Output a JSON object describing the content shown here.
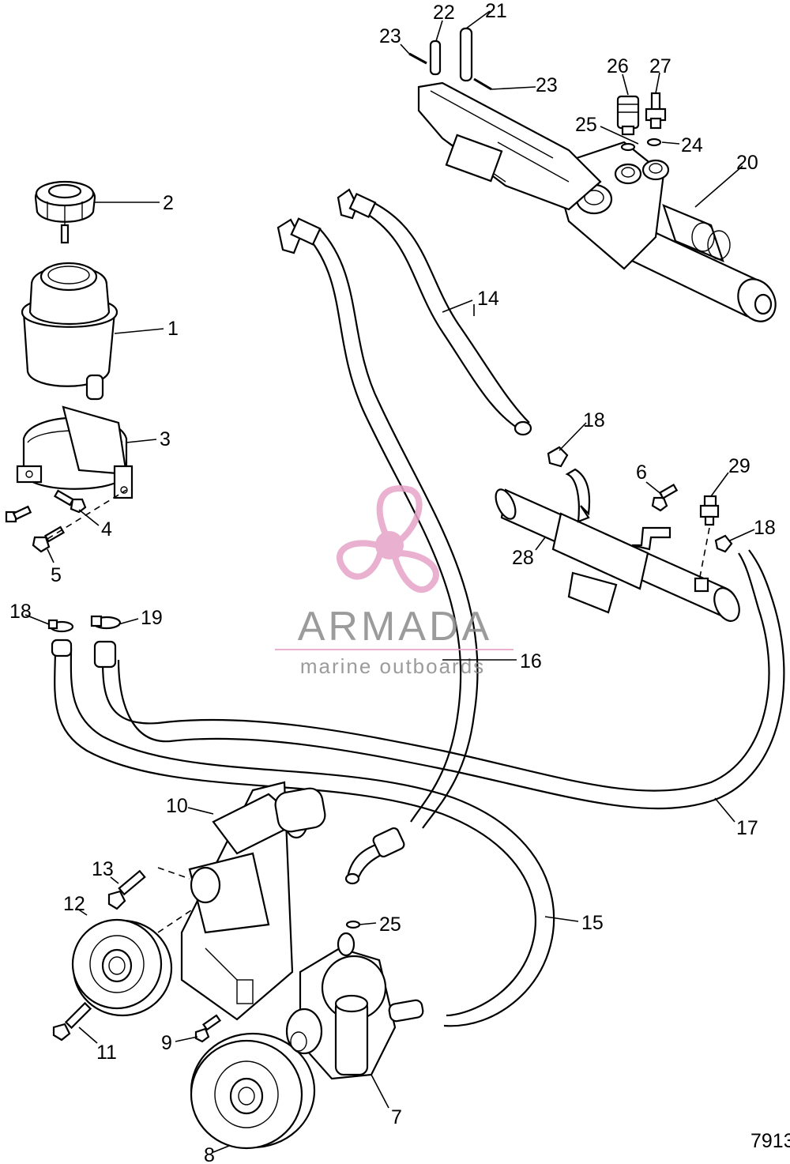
{
  "figure_id": "7913",
  "watermark": {
    "brand": "ARMADA",
    "tagline": "marine outboards",
    "brand_color": "#e6a3c8",
    "text_color": "#8a8a8a"
  },
  "callouts": [
    "1",
    "2",
    "3",
    "4",
    "5",
    "6",
    "7",
    "8",
    "9",
    "10",
    "11",
    "12",
    "13",
    "14",
    "15",
    "16",
    "17",
    "18",
    "18",
    "18",
    "19",
    "20",
    "21",
    "22",
    "23",
    "23",
    "24",
    "25",
    "25",
    "26",
    "27",
    "28",
    "29"
  ]
}
